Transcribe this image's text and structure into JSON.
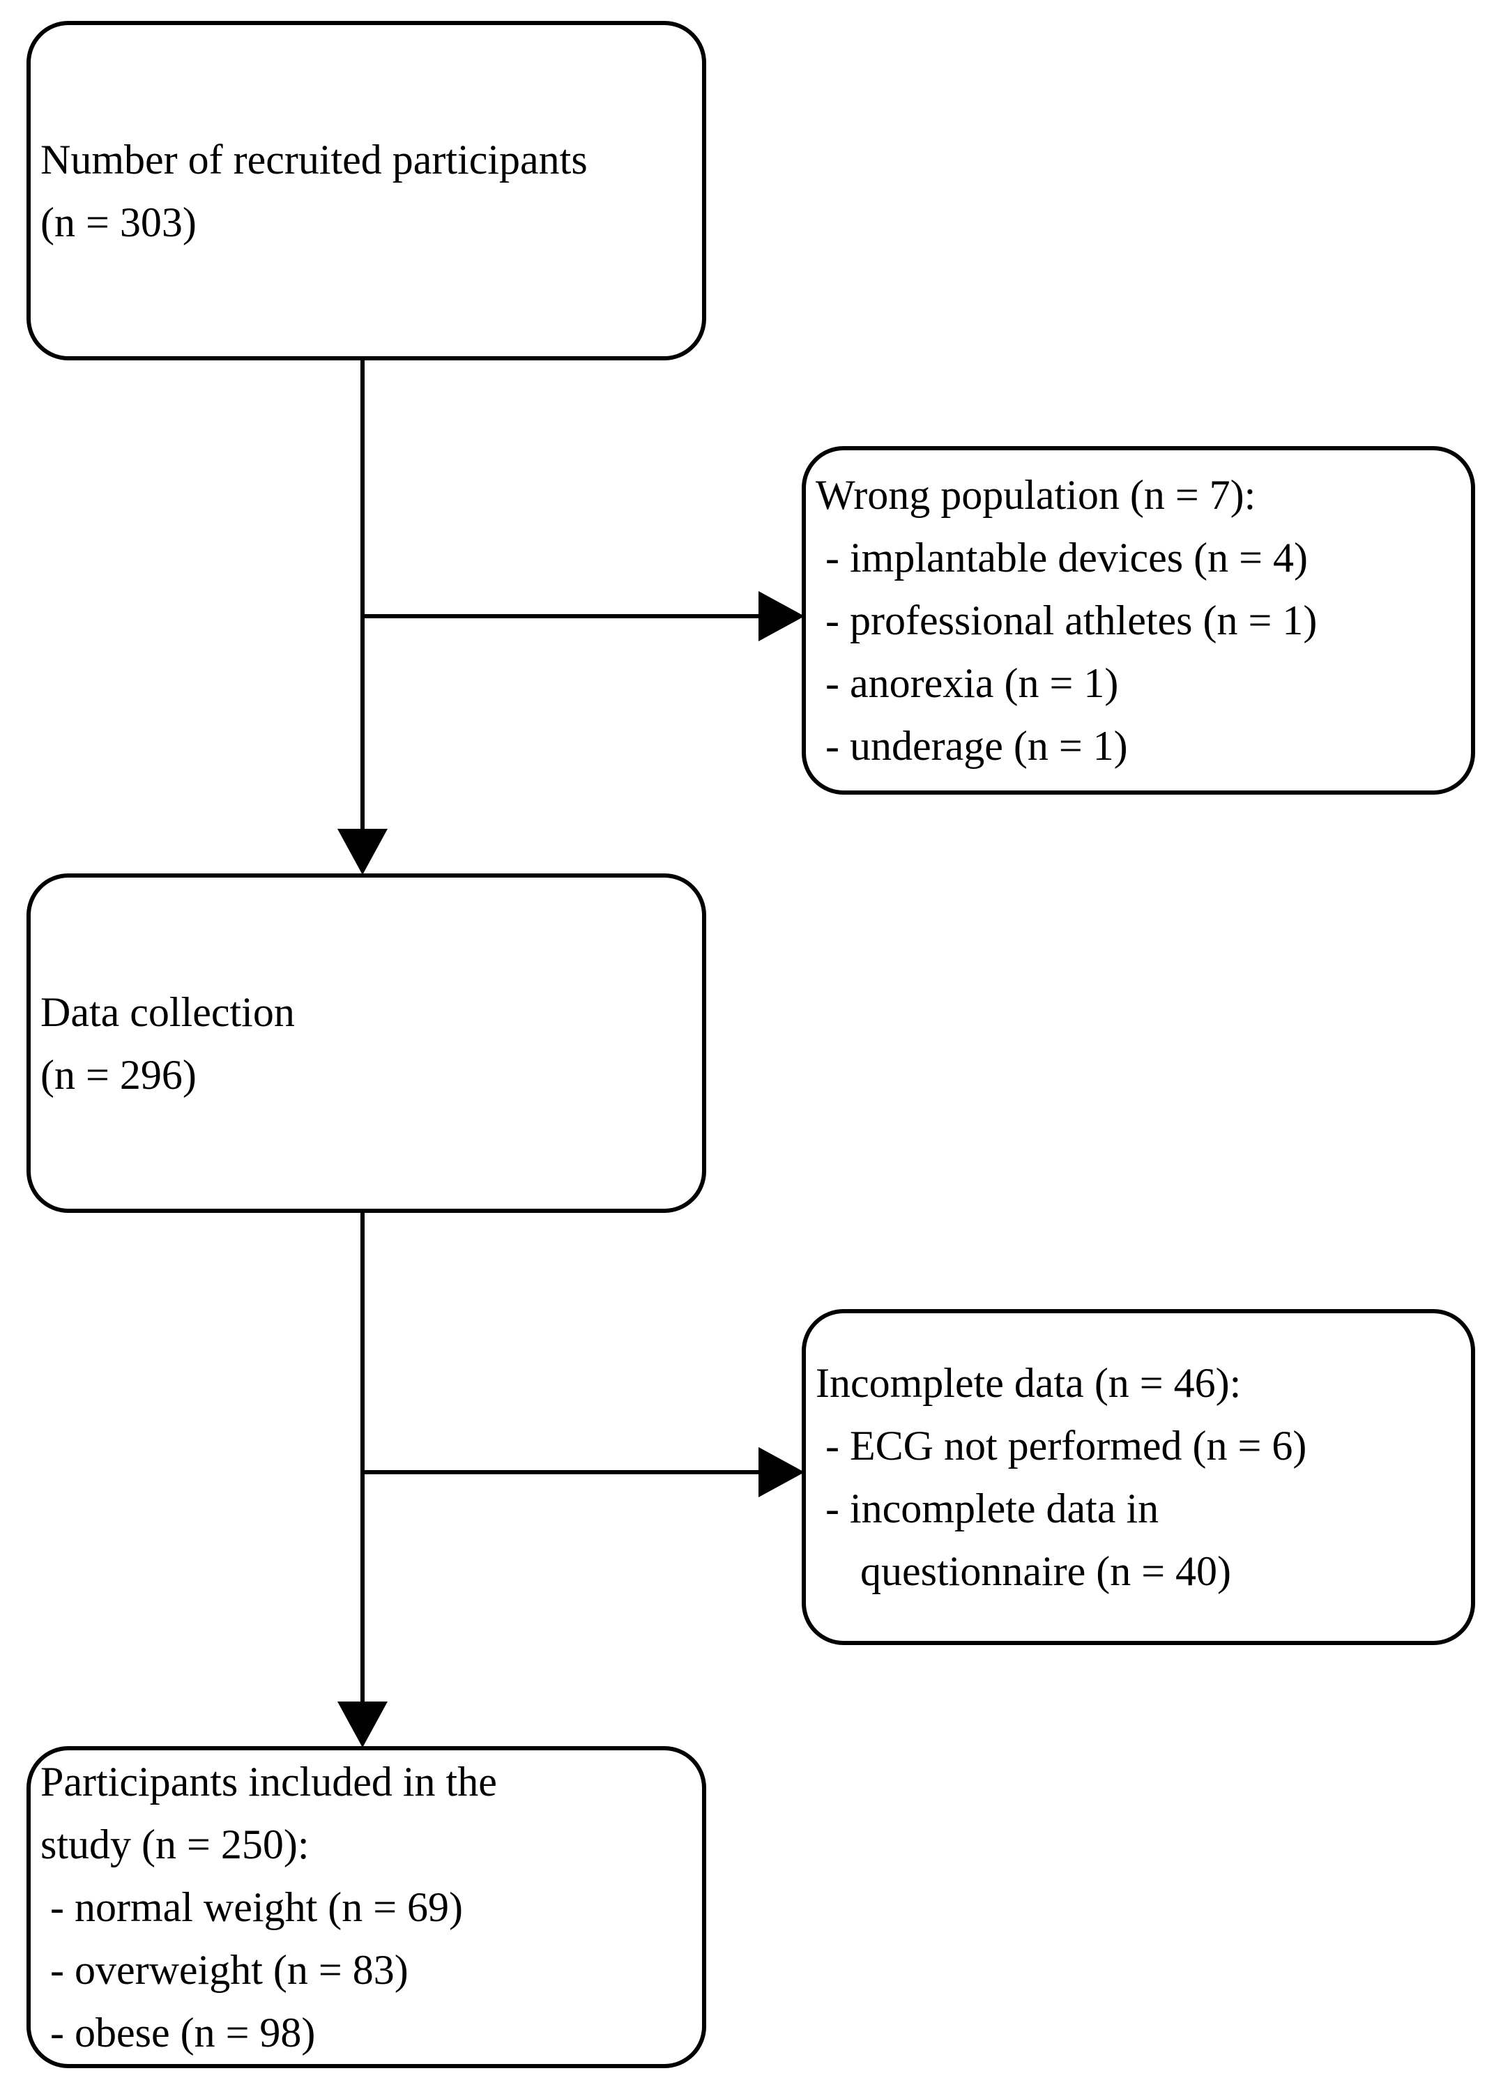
{
  "diagram": {
    "type": "flowchart",
    "colors": {
      "background": "#ffffff",
      "line": "#000000",
      "text": "#000000"
    },
    "boxes": [
      {
        "id": "recruited-participants",
        "lines": [
          "Number of recruited participants",
          "(n = 303)"
        ]
      },
      {
        "id": "wrong-population",
        "lines": [
          "Wrong population (n = 7):",
          "- implantable devices (n = 4)",
          "- professional athletes (n = 1)",
          "- anorexia (n = 1)",
          "- underage (n = 1)"
        ]
      },
      {
        "id": "data-collection",
        "lines": [
          "Data collection",
          "(n = 296)"
        ]
      },
      {
        "id": "incomplete-data",
        "lines": [
          "Incomplete data (n = 46):",
          "- ECG not performed (n = 6)",
          "- incomplete data in",
          "questionnaire (n = 40)"
        ]
      },
      {
        "id": "included-participants",
        "lines": [
          "Participants included in the",
          "study (n = 250):",
          "- normal weight (n = 69)",
          "- overweight (n = 83)",
          "- obese (n = 98)"
        ]
      }
    ]
  }
}
